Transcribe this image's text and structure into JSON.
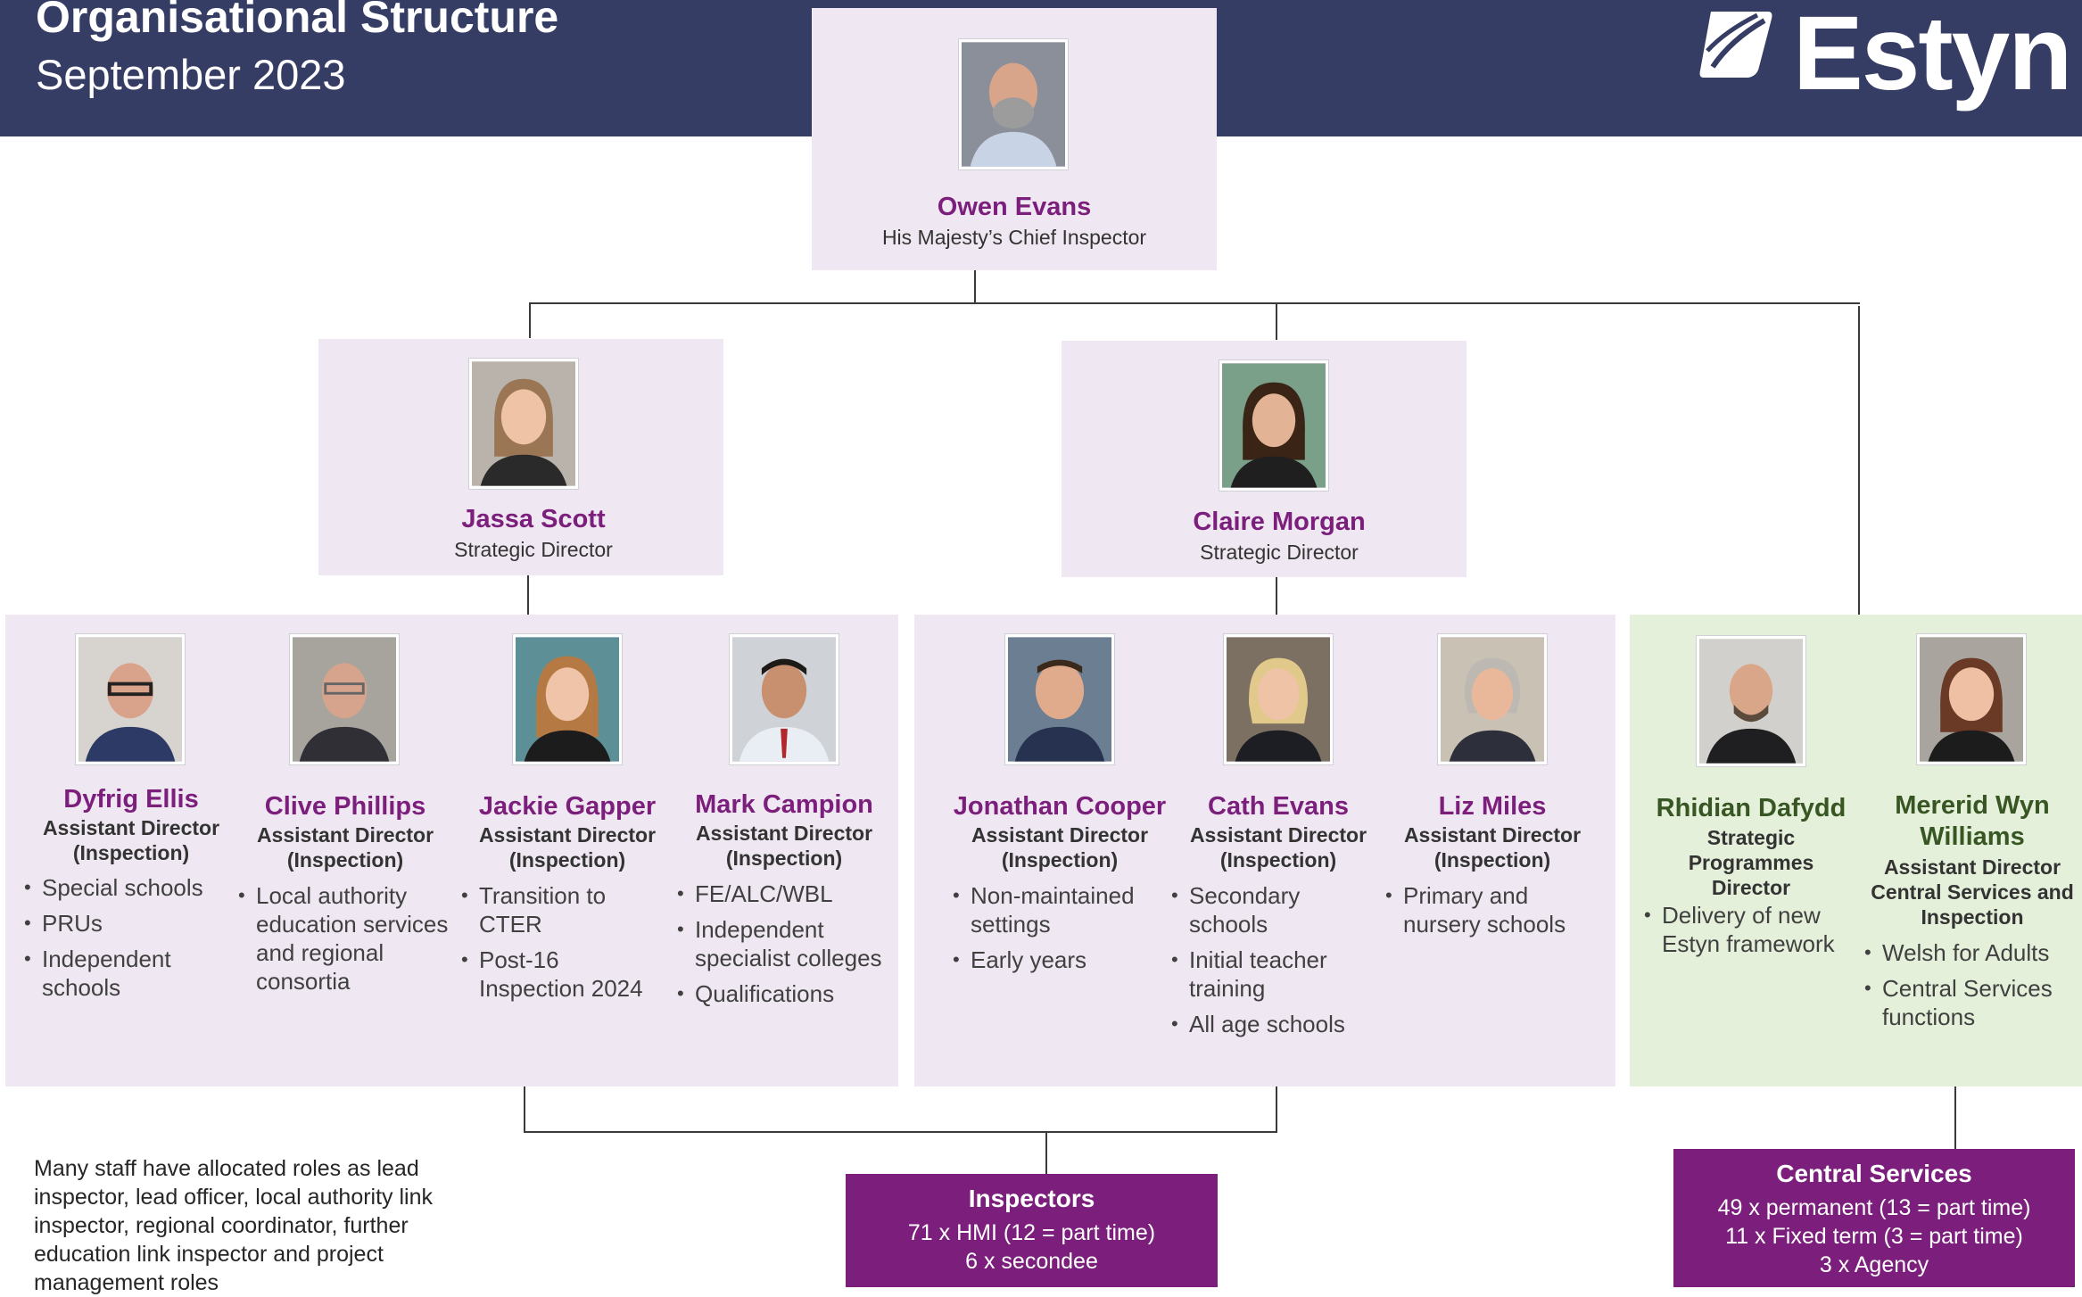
{
  "header": {
    "title": "Organisational Structure",
    "date": "September 2023",
    "logo_text": "Estyn"
  },
  "chief": {
    "name": "Owen Evans",
    "role": "His Majesty’s Chief Inspector"
  },
  "directors": [
    {
      "name": "Jassa Scott",
      "role": "Strategic Director"
    },
    {
      "name": "Claire Morgan",
      "role": "Strategic Director"
    }
  ],
  "assistant_directors": [
    {
      "name": "Dyfrig Ellis",
      "role": "Assistant Director\n(Inspection)",
      "items": [
        "Special schools",
        "PRUs",
        "Independent schools"
      ]
    },
    {
      "name": "Clive Phillips",
      "role": "Assistant Director\n(Inspection)",
      "items": [
        "Local authority education services and regional consortia"
      ]
    },
    {
      "name": "Jackie Gapper",
      "role": "Assistant Director\n(Inspection)",
      "items": [
        "Transition to CTER",
        "Post-16 Inspection 2024"
      ]
    },
    {
      "name": "Mark Campion",
      "role": "Assistant Director\n(Inspection)",
      "items": [
        "FE/ALC/WBL",
        "Independent specialist colleges",
        "Qualifications"
      ]
    },
    {
      "name": "Jonathan Cooper",
      "role": "Assistant Director\n(Inspection)",
      "items": [
        "Non-maintained settings",
        "Early years"
      ]
    },
    {
      "name": "Cath Evans",
      "role": "Assistant Director\n(Inspection)",
      "items": [
        "Secondary schools",
        "Initial teacher training",
        "All age schools"
      ]
    },
    {
      "name": "Liz Miles",
      "role": "Assistant Director\n(Inspection)",
      "items": [
        "Primary and nursery schools"
      ]
    }
  ],
  "green_group": [
    {
      "name": "Rhidian Dafydd",
      "role": "Strategic\nProgrammes\nDirector",
      "items": [
        "Delivery of new Estyn framework"
      ]
    },
    {
      "name": "Mererid Wyn\nWilliams",
      "role": "Assistant Director\nCentral Services and\nInspection",
      "items": [
        "Welsh for Adults",
        "Central Services functions"
      ]
    }
  ],
  "inspectors": {
    "title": "Inspectors",
    "line1": "71 x HMI (12 = part time)",
    "line2": "6 x secondee"
  },
  "central_services": {
    "title": "Central Services",
    "line1": "49 x permanent (13 = part time)",
    "line2": "11 x Fixed term (3 = part time)",
    "line3": "3 x Agency"
  },
  "note": "Many staff have allocated roles as lead inspector, lead officer, local authority link inspector, regional coordinator, further education link inspector and project management roles"
}
